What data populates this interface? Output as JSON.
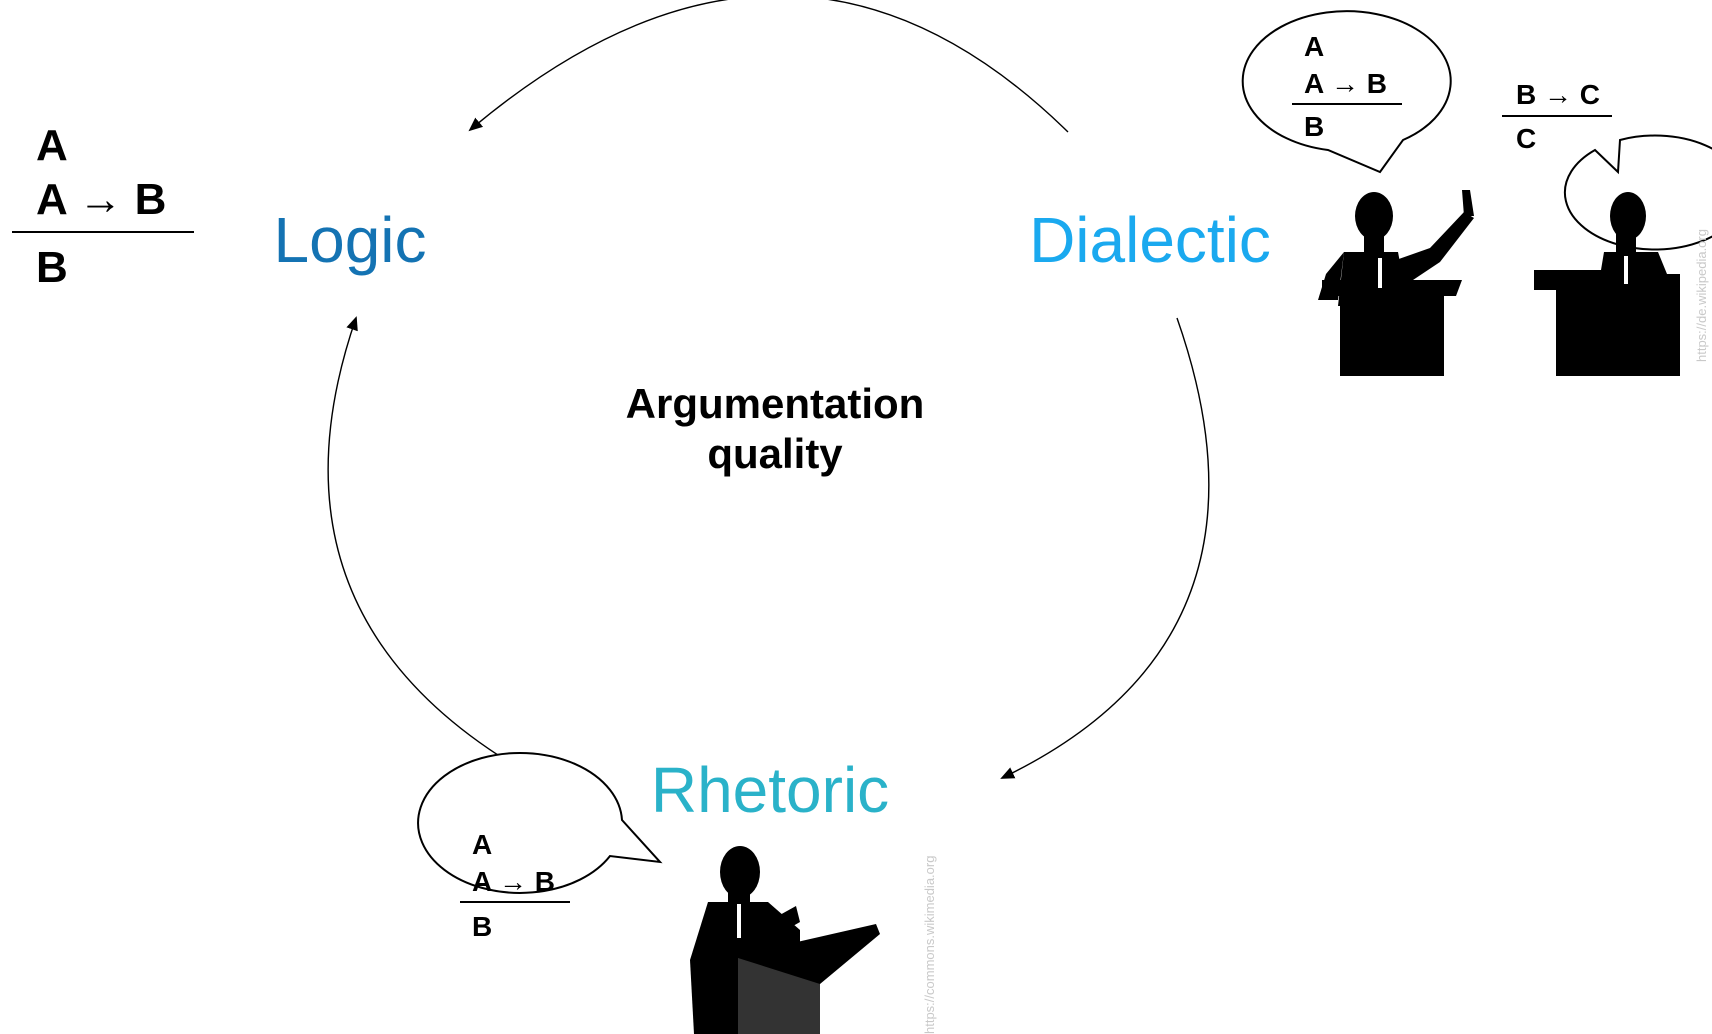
{
  "center": {
    "line1": "Argumentation",
    "line2": "quality"
  },
  "nodes": {
    "logic": {
      "label": "Logic",
      "color": "#1473b3"
    },
    "dialectic": {
      "label": "Dialectic",
      "color": "#1aa9ef"
    },
    "rhetoric": {
      "label": "Rhetoric",
      "color": "#2ab2c9"
    }
  },
  "logic_formula": {
    "premise1": "A",
    "premise2": "A → B",
    "conclusion": "B"
  },
  "dialectic_bubble_left": {
    "premise1": "A",
    "premise2": "A → B",
    "conclusion": "B"
  },
  "dialectic_bubble_right": {
    "premise": "B → C",
    "conclusion": "C"
  },
  "rhetoric_bubble": {
    "premise1": "A",
    "premise2": "A → B",
    "conclusion": "B"
  },
  "credits": {
    "dialectic_source": "https://de.wikipedia.org",
    "rhetoric_source": "https://commons.wikimedia.org"
  },
  "icons": [
    "debater-pointing-icon",
    "debater-listening-icon",
    "speaker-at-podium-icon",
    "speech-bubble-icon"
  ]
}
